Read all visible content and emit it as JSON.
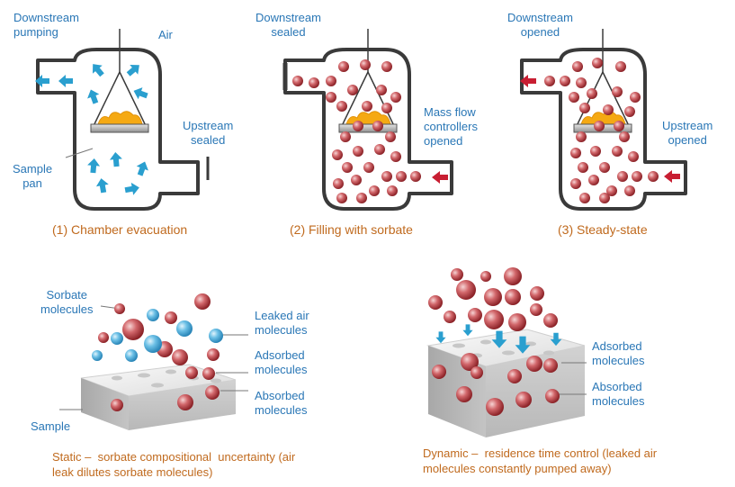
{
  "panels": [
    {
      "caption": "(1)  Chamber evacuation",
      "labels": {
        "downstream": "Downstream\npumping",
        "air": "Air",
        "upstream": "Upstream\nsealed",
        "sample_pan": "Sample\npan"
      }
    },
    {
      "caption": "(2)  Filling with sorbate",
      "labels": {
        "downstream": "Downstream\nsealed",
        "mass_flow": "Mass flow\ncontrollers\nopened"
      }
    },
    {
      "caption": "(3)  Steady-state",
      "labels": {
        "downstream": "Downstream\nopened",
        "upstream": "Upstream\nopened"
      }
    }
  ],
  "static_panel": {
    "sorbate_molecules": "Sorbate\nmolecules",
    "leaked_air": "Leaked air\nmolecules",
    "adsorbed": "Adsorbed\nmolecules",
    "absorbed": "Absorbed\nmolecules",
    "sample": "Sample",
    "caption": "Static –  sorbate compositional  uncertainty (air\nleak dilutes sorbate molecules)"
  },
  "dynamic_panel": {
    "adsorbed": "Adsorbed\nmolecules",
    "absorbed": "Absorbed\nmolecules",
    "caption": "Dynamic –  residence time control (leaked air\nmolecules constantly pumped away)"
  },
  "colors": {
    "label_blue": "#2a77b6",
    "caption_orange": "#c06a1e",
    "arrow_blue": "#2a9fcf",
    "arrow_red": "#c81e32",
    "sorbate_red": "#c0464c",
    "air_blue": "#4aa8d8",
    "chamber_outline": "#3a3a3a"
  }
}
